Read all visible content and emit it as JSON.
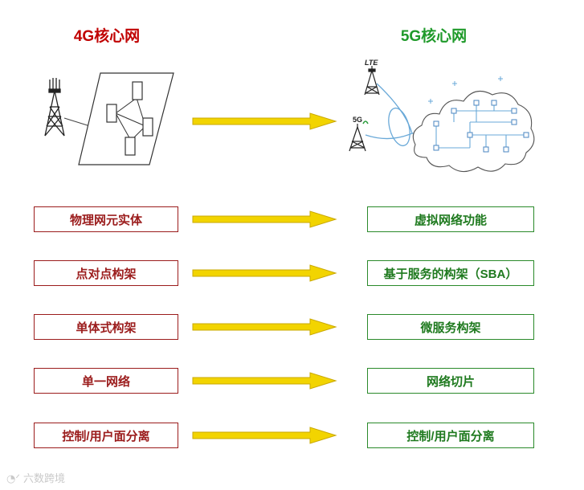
{
  "headings": {
    "left": "4G核心网",
    "right": "5G核心网"
  },
  "figure_labels": {
    "lte": "LTE",
    "g5": "5G"
  },
  "rows": [
    {
      "left": "物理网元实体",
      "right": "虚拟网络功能"
    },
    {
      "left": "点对点构架",
      "right": "基于服务的构架（SBA）"
    },
    {
      "left": "单体式构架",
      "right": "微服务构架"
    },
    {
      "left": "单一网络",
      "right": "网络切片"
    },
    {
      "left": "控制/用户面分离",
      "right": "控制/用户面分离"
    }
  ],
  "watermark": "六数跨境",
  "colors": {
    "red": "#c00000",
    "green": "#1f9a2a",
    "arrow_fill": "#f2d400",
    "arrow_stroke": "#c9a800"
  }
}
